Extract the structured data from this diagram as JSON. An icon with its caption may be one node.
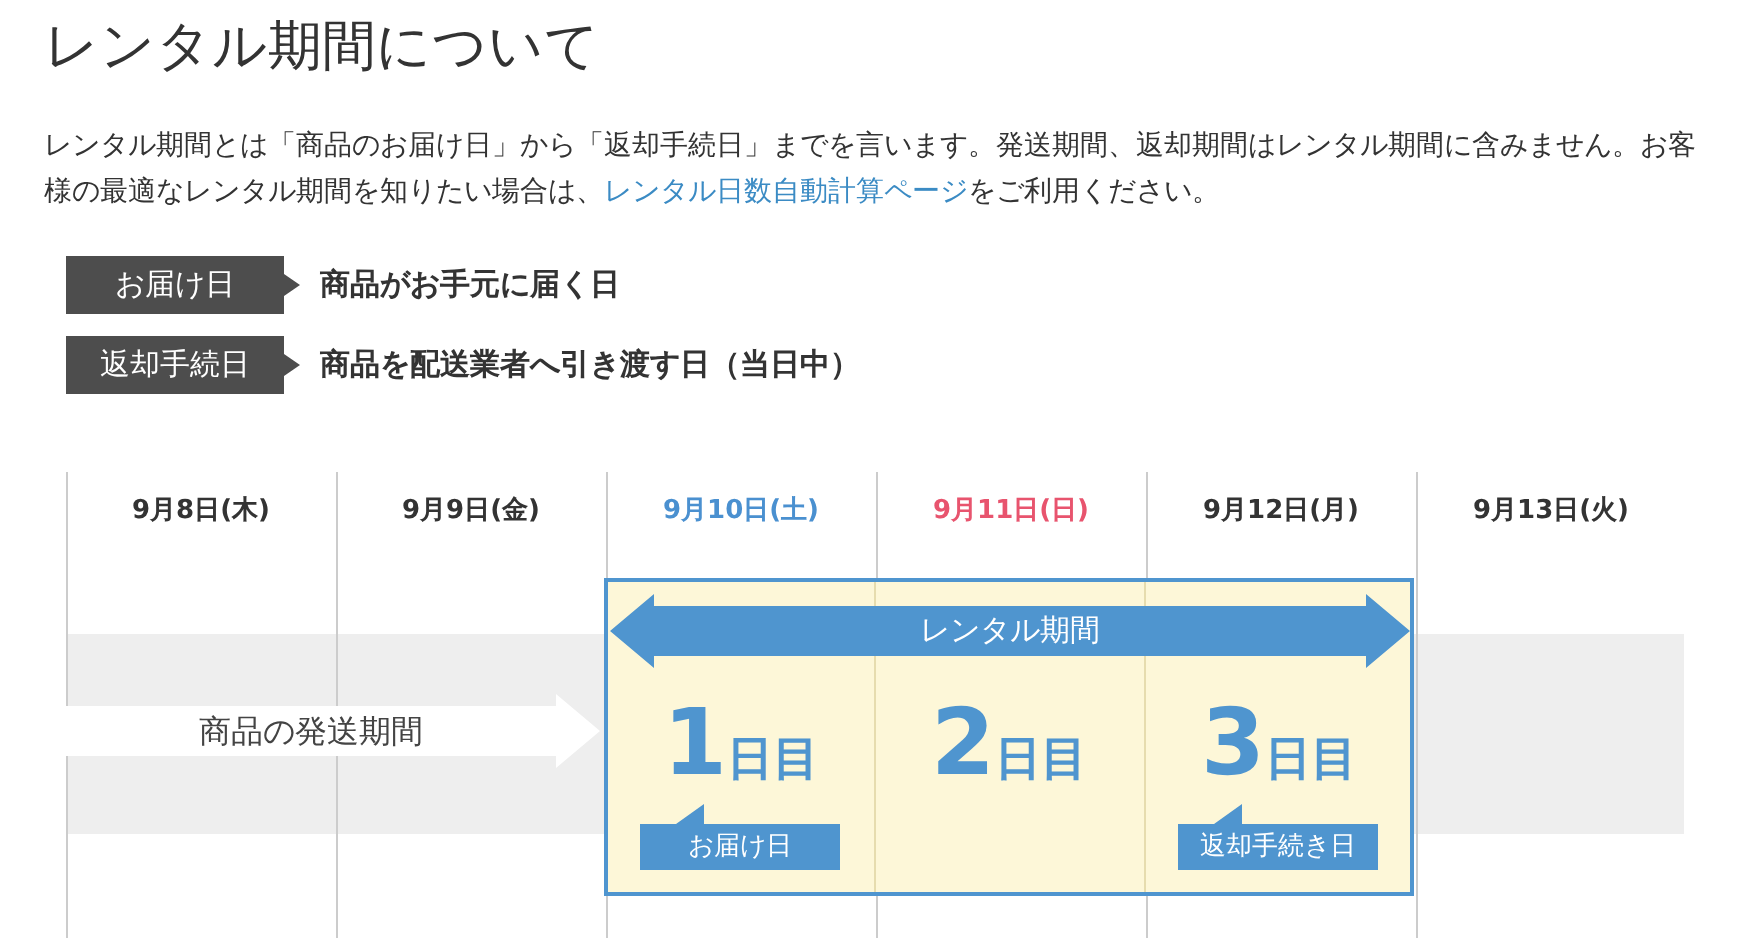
{
  "diagram": {
    "title": "レンタル期間について",
    "nodes": [
      {
        "text": [
          "お届け日"
        ],
        "beside": [
          "商品がお手元に届く日"
        ]
      },
      {
        "text": [
          "返却手続日"
        ],
        "beside": [
          "商品を配送業者へ引き渡す日（当日中）"
        ]
      },
      {
        "text": [
          "1日目",
          "2日目",
          "3日目"
        ]
      },
      {
        "text": [
          "レンタル期間"
        ],
        "in": 2
      },
      {
        "text": [
          "商品の発送期間"
        ]
      },
      {
        "text": [
          "お届け日"
        ],
        "in": 2
      },
      {
        "text": [
          "返却手続き日"
        ],
        "in": 2
      }
    ],
    "labels": [
      "レンタル期間とは「商品のお届け日」から「返却手続日」までを言います。発送期間、返却期間はレンタル期間に含みません。お客様の最適なレンタル期間を知りたい場合は、",
      "レンタル日数自動計算ページ",
      "をご利用ください。",
      "9月8日(木)",
      "9月9日(金)",
      "9月10日(土)",
      "9月11日(日)",
      "9月12日(月)",
      "9月13日(火)"
    ]
  }
}
